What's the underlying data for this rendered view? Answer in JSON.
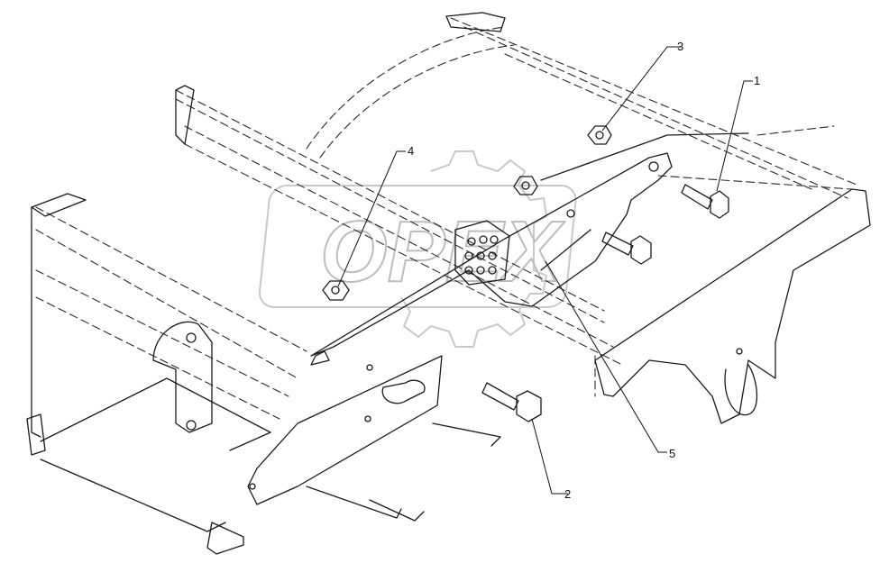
{
  "watermark": {
    "text": "OPEX"
  },
  "callouts": [
    {
      "id": "1",
      "label": "1"
    },
    {
      "id": "2",
      "label": "2"
    },
    {
      "id": "3",
      "label": "3"
    },
    {
      "id": "4",
      "label": "4"
    },
    {
      "id": "5",
      "label": "5"
    }
  ],
  "parts": {
    "1": "bolt",
    "2": "bolt",
    "3": "nut",
    "4": "nut",
    "5": "bracket"
  }
}
